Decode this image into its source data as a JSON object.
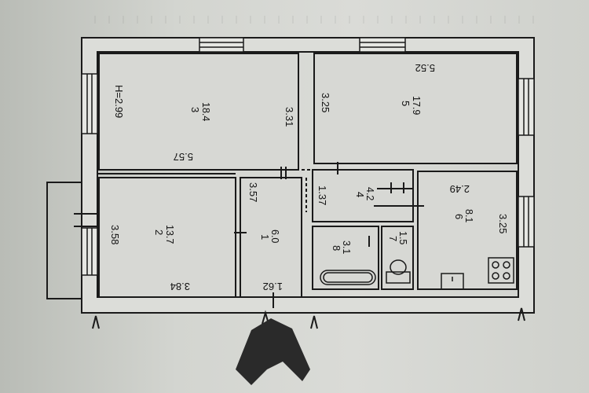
{
  "ceiling_height": "H=2.99",
  "rooms": [
    {
      "id": "3",
      "area": "18.4",
      "width": "5.57",
      "depth": "3.31"
    },
    {
      "id": "5",
      "area": "17.9",
      "width": "5.52",
      "depth": "3.25"
    },
    {
      "id": "2",
      "area": "13.7",
      "width": "3.84",
      "depth": "3.58"
    },
    {
      "id": "1",
      "area": "6.0",
      "width": "1.62",
      "depth": "3.57"
    },
    {
      "id": "4",
      "area": "4.2",
      "depth": "1.37"
    },
    {
      "id": "6",
      "area": "8.1",
      "width": "2.49",
      "depth": "3.25"
    },
    {
      "id": "7",
      "area": "1.5"
    },
    {
      "id": "8",
      "area": "3.1"
    }
  ],
  "colors": {
    "ink": "#1a1a1a",
    "paper": "#d6d8d3",
    "wall_fill": "#dcddd9"
  }
}
